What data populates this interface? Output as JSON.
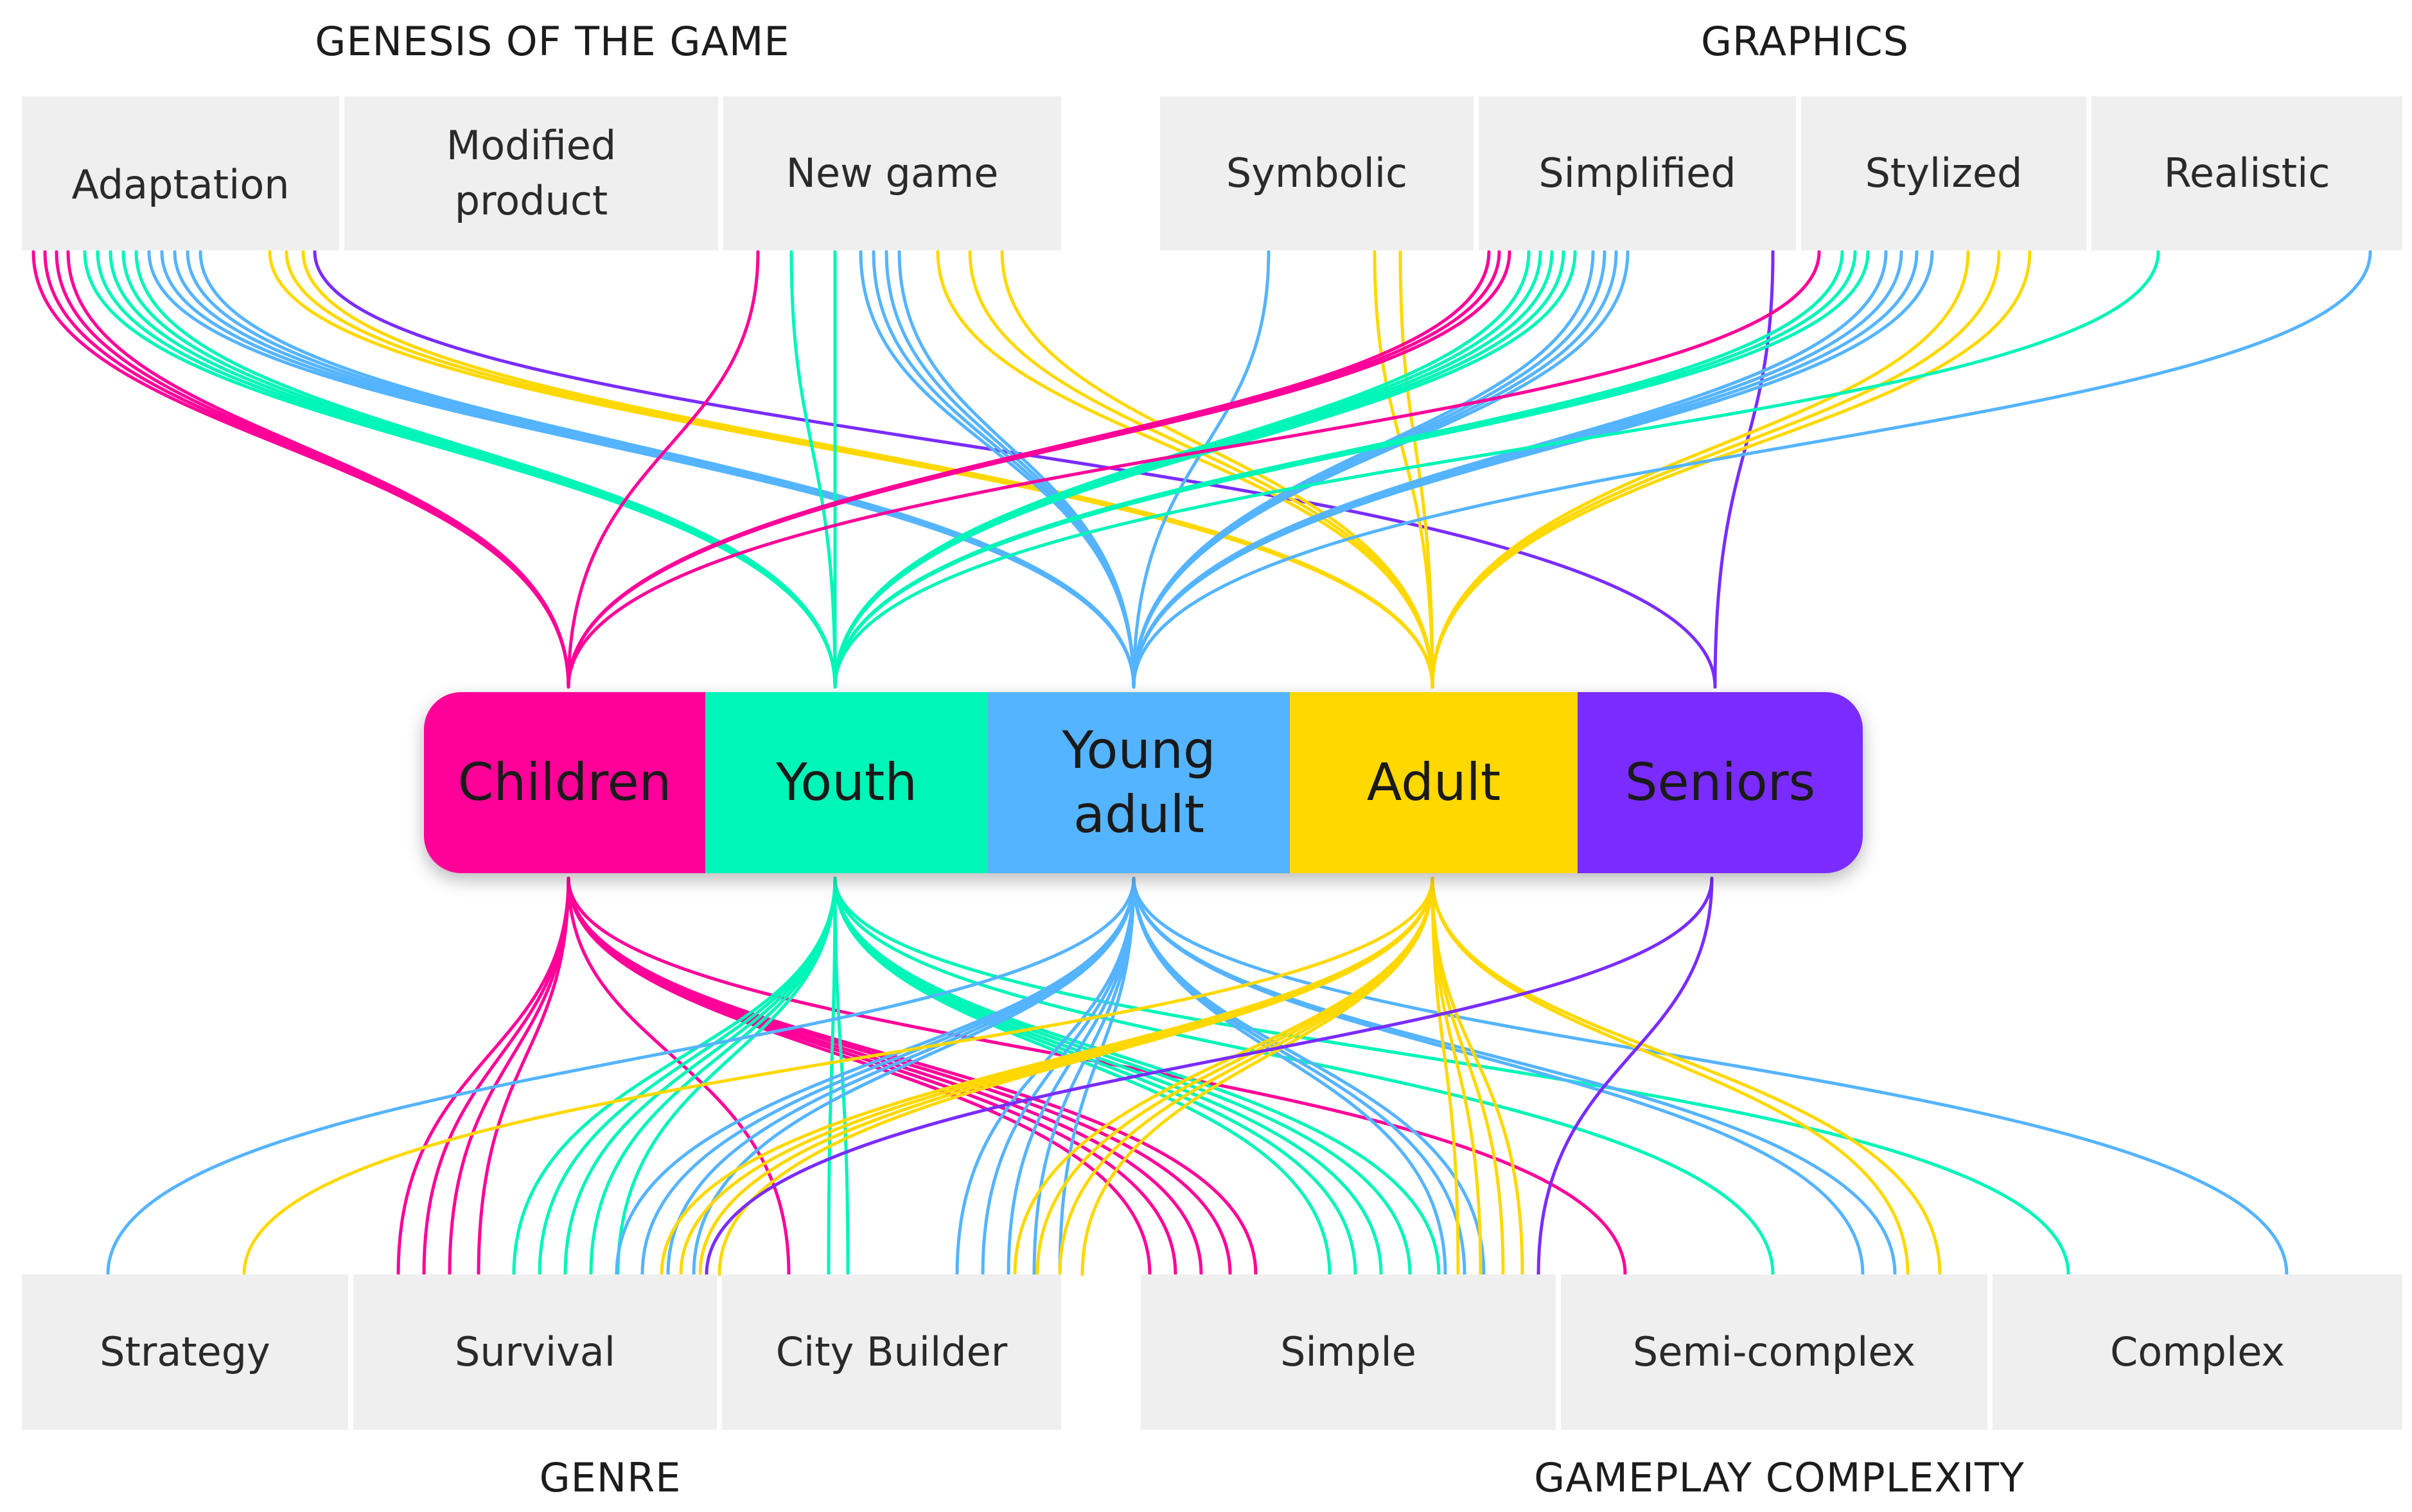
{
  "sections": {
    "genesis": "GENESIS OF THE GAME",
    "graphics": "GRAPHICS",
    "genre": "GENRE",
    "complexity": "GAMEPLAY COMPLEXITY"
  },
  "genesis_items": [
    "Adaptation",
    "Modified product",
    "New game"
  ],
  "graphics_items": [
    "Symbolic",
    "Simplified",
    "Stylized",
    "Realistic"
  ],
  "genre_items": [
    "Strategy",
    "Survival",
    "City Builder"
  ],
  "complexity_items": [
    "Simple",
    "Semi-complex",
    "Complex"
  ],
  "age_groups": [
    {
      "label": "Children",
      "color": "#ff0099"
    },
    {
      "label": "Youth",
      "color": "#00f5b8"
    },
    {
      "label": "Young adult",
      "color": "#55b4ff"
    },
    {
      "label": "Adult",
      "color": "#ffd800"
    },
    {
      "label": "Seniors",
      "color": "#7a2cff"
    }
  ],
  "colors": {
    "box_bg": "#efefef",
    "background": "#ffffff"
  }
}
